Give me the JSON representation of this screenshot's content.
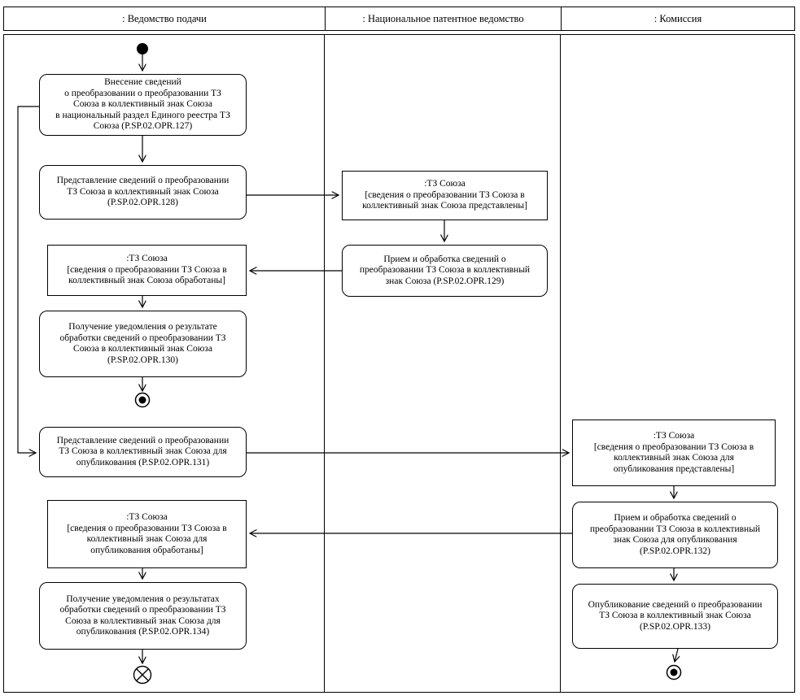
{
  "lanes": [
    {
      "label": ": Ведомство подачи"
    },
    {
      "label": ": Национальное патентное ведомство"
    },
    {
      "label": ": Комиссия"
    }
  ],
  "nodes": {
    "opr127": "Внесение сведений\nо преобразовании о преобразовании ТЗ\nСоюза в коллективный знак Союза\nв национальный раздел Единого реестра ТЗ\nСоюза (P.SP.02.OPR.127)",
    "opr128": "Представление сведений о преобразовании\nТЗ Союза в коллективный знак Союза\n(P.SP.02.OPR.128)",
    "obj_predstavleny": ":ТЗ Союза\n[сведения о преобразовании ТЗ Союза в\nколлективный знак Союза представлены]",
    "opr129": "Прием и обработка сведений о\nпреобразовании ТЗ Союза в коллективный\nзнак Союза (P.SP.02.OPR.129)",
    "obj_obrabotany": ":ТЗ Союза\n[сведения о преобразовании ТЗ Союза в\nколлективный знак Союза обработаны]",
    "opr130": "Получение уведомления о результате\nобработки сведений о преобразовании ТЗ\nСоюза в коллективный знак Союза\n(P.SP.02.OPR.130)",
    "opr131": "Представление сведений о преобразовании\nТЗ Союза в коллективный знак Союза для\nопубликования (P.SP.02.OPR.131)",
    "obj_publ_predstavleny": ":ТЗ Союза\n[сведения о преобразовании ТЗ Союза в\nколлективный знак Союза для\nопубликования представлены]",
    "opr132": "Прием и обработка сведений о\nпреобразовании ТЗ Союза в коллективный\nзнак Союза для опубликования\n(P.SP.02.OPR.132)",
    "obj_publ_obrabotany": ":ТЗ Союза\n[сведения о преобразовании ТЗ Союза в\nколлективный знак Союза для\nопубликования обработаны]",
    "opr134": "Получение уведомления о результатах\nобработки сведений о преобразовании ТЗ\nСоюза в коллективный знак Союза для\nопубликования (P.SP.02.OPR.134)",
    "opr133": "Опубликование сведений о преобразовании\nТЗ Союза в коллективный знак Союза\n(P.SP.02.OPR.133)"
  }
}
